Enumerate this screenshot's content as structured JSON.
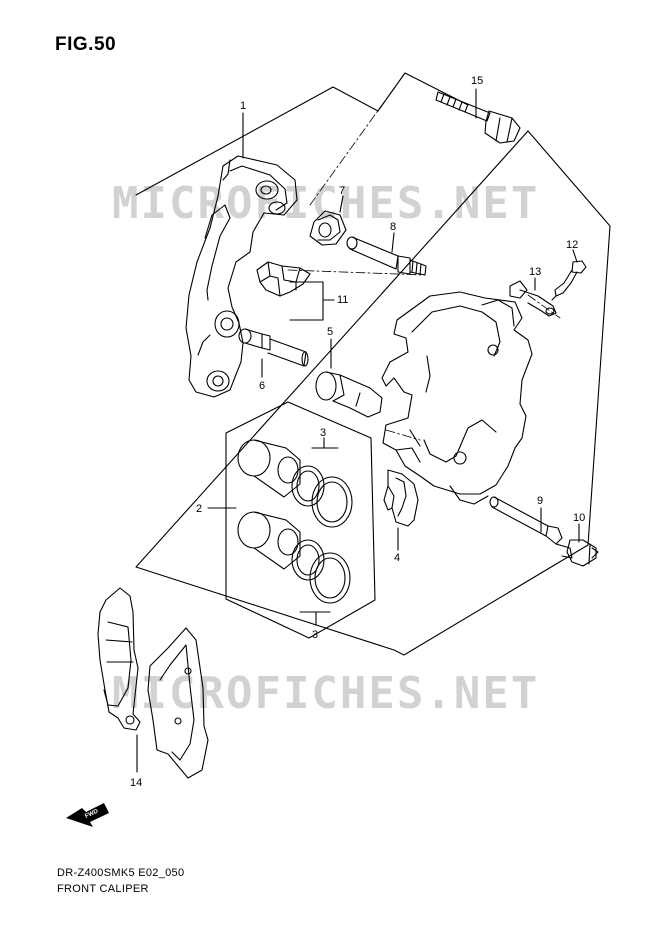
{
  "figure_title": "FIG.50",
  "watermark_text": "MICROFICHES.NET",
  "model_code": "DR-Z400SMK5 E02_050",
  "section_title": "FRONT CALIPER",
  "fwd_label": "FWD",
  "callouts": {
    "c1": "1",
    "c2": "2",
    "c3a": "3",
    "c3b": "3",
    "c4": "4",
    "c5": "5",
    "c6": "6",
    "c7": "7",
    "c8": "8",
    "c9": "9",
    "c10": "10",
    "c11": "11",
    "c12": "12",
    "c13": "13",
    "c14": "14",
    "c15": "15"
  },
  "colors": {
    "line": "#000000",
    "watermark": "#d2d2d2",
    "background": "#ffffff"
  }
}
